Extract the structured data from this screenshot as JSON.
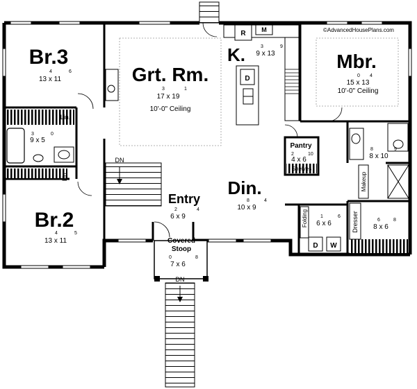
{
  "watermark": "©AdvancedHousePlans.com",
  "rooms": {
    "br3": {
      "name": "Br.3",
      "dim": "13 x 11",
      "sup_a": "4",
      "sup_b": "6"
    },
    "br2": {
      "name": "Br.2",
      "dim": "13 x 11",
      "sup_a": "4",
      "sup_b": "5"
    },
    "great_room": {
      "name": "Grt. Rm.",
      "dim": "17 x 19",
      "sup_a": "3",
      "sup_b": "1",
      "ceiling": "10'-0\" Ceiling"
    },
    "kitchen": {
      "name": "K.",
      "dim": "9 x 13",
      "sup_a": "3",
      "sup_b": "9"
    },
    "master": {
      "name": "Mbr.",
      "dim": "15 x 13",
      "sup_a": "0",
      "sup_b": "4",
      "ceiling": "10'-0\" Ceiling"
    },
    "bath": {
      "dim": "9 x 5",
      "sup_a": "3",
      "sup_b": "0"
    },
    "dining": {
      "name": "Din.",
      "dim": "10 x 9",
      "sup_a": "8",
      "sup_b": "4"
    },
    "entry": {
      "name": "Entry",
      "dim": "6 x 9",
      "sup_a": "2",
      "sup_b": "4"
    },
    "stoop": {
      "name_line1": "Covered",
      "name_line2": "Stoop",
      "dim": "7 x 6",
      "sup_a": "0",
      "sup_b": "8"
    },
    "pantry": {
      "name": "Pantry",
      "dim": "4 x 6",
      "sup_a": "2",
      "sup_b": "10",
      "note": "Shelves"
    },
    "laundry": {
      "dim": "6 x 6",
      "sup_a": "1",
      "sup_b": "6",
      "folding": "Folding"
    },
    "master_bath": {
      "dim": "8 x 10",
      "sup_a": "8",
      "sup_b": "9",
      "makeup": "Makeup"
    },
    "closet": {
      "dim": "8 x 6",
      "sup_a": "6",
      "sup_b": "8",
      "dresser": "Dresser"
    }
  },
  "fixtures": {
    "range": "R",
    "microwave": "M",
    "dishwasher": "D",
    "washer": "W",
    "dryer": "D",
    "linen": "Lin."
  },
  "stairs": {
    "down_main": "DN",
    "down_stoop": "DN"
  }
}
